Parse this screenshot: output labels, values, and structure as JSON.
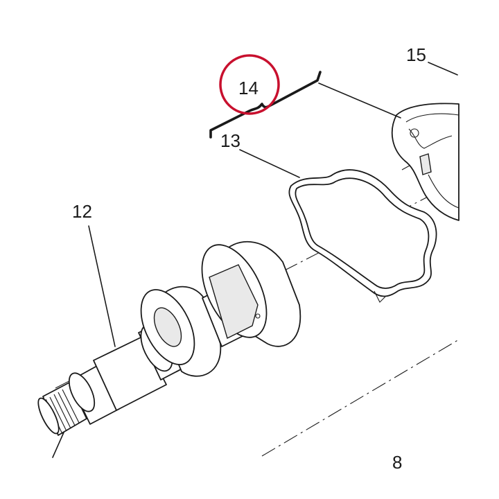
{
  "callouts": {
    "c12": "12",
    "c13": "13",
    "c14": "14",
    "c15": "15",
    "c8": "8"
  },
  "highlight": {
    "target": "14",
    "color": "#c8102e"
  },
  "colors": {
    "ink": "#1a1a1a",
    "background": "#ffffff",
    "highlight": "#c8102e"
  }
}
